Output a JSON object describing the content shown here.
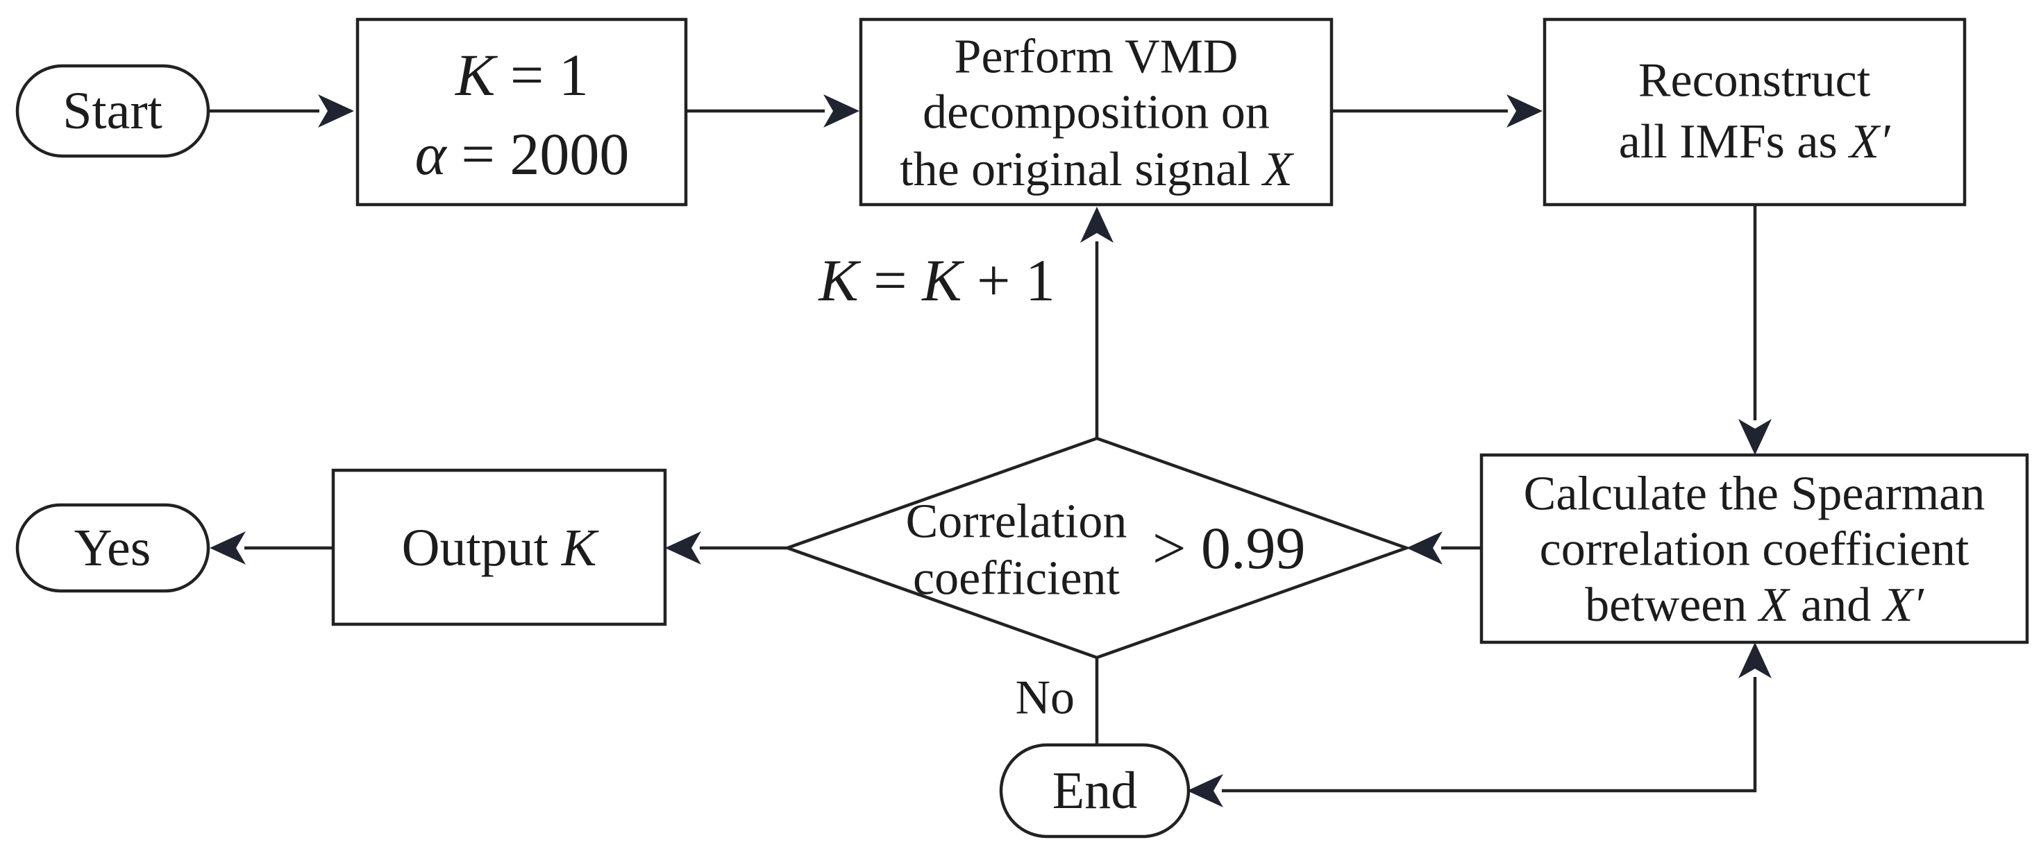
{
  "nodes": {
    "start": {
      "label": "Start"
    },
    "init": {
      "line1": {
        "var": "K",
        "rest": " = 1"
      },
      "line2": {
        "var": "α",
        "rest": " = 2000"
      }
    },
    "vmd": {
      "line1": "Perform VMD",
      "line2": "decomposition on",
      "line3": {
        "text": "the original signal ",
        "var": "X"
      }
    },
    "reconstruct": {
      "line1": "Reconstruct",
      "line2": {
        "text": "all IMFs as ",
        "var": "X′"
      }
    },
    "spearman": {
      "line1": "Calculate the Spearman",
      "line2": "correlation coefficient",
      "line3": {
        "text1": "between ",
        "var1": "X",
        "text2": " and ",
        "var2": "X′"
      }
    },
    "decision": {
      "line1": "Correlation",
      "line2": "coefficient",
      "threshold": "> 0.99"
    },
    "output": {
      "text": "Output ",
      "var": "K"
    },
    "yes": {
      "label": "Yes"
    },
    "end": {
      "label": "End"
    }
  },
  "edge_labels": {
    "increment": {
      "var1": "K",
      "mid": " = ",
      "var2": "K",
      "rest": " + 1"
    },
    "no": "No"
  }
}
